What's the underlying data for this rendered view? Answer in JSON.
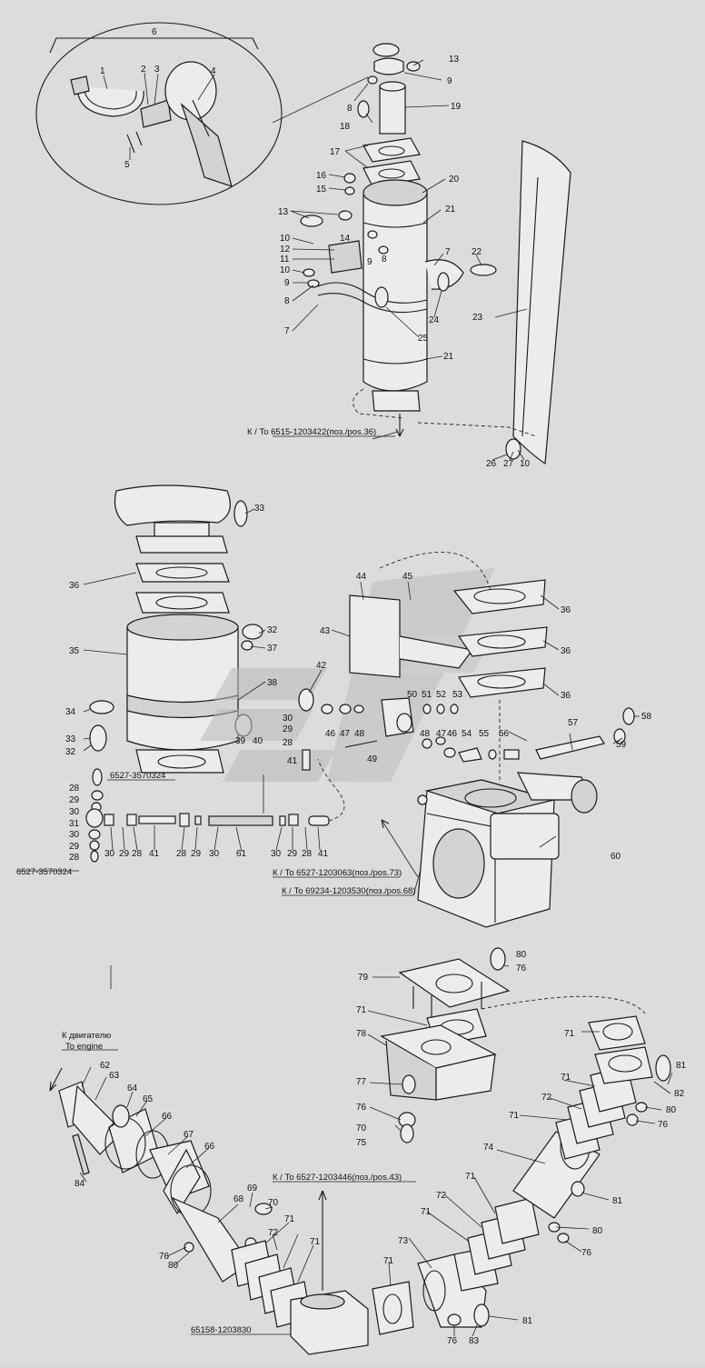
{
  "labels": {
    "n1": "1",
    "n2": "2",
    "n3": "3",
    "n4": "4",
    "n5": "5",
    "n6": "6",
    "n7": "7",
    "n8": "8",
    "n9": "9",
    "n10": "10",
    "n11": "11",
    "n12": "12",
    "n13": "13",
    "n14": "14",
    "n15": "15",
    "n16": "16",
    "n17": "17",
    "n18": "18",
    "n19": "19",
    "n20": "20",
    "n21": "21",
    "n22": "22",
    "n23": "23",
    "n24": "24",
    "n25": "25",
    "n26": "26",
    "n27": "27",
    "n28": "28",
    "n29": "29",
    "n30": "30",
    "n31": "31",
    "n32": "32",
    "n33": "33",
    "n34": "34",
    "n35": "35",
    "n36": "36",
    "n37": "37",
    "n38": "38",
    "n39": "39",
    "n40": "40",
    "n41": "41",
    "n42": "42",
    "n43": "43",
    "n44": "44",
    "n45": "45",
    "n46": "46",
    "n47": "47",
    "n48": "48",
    "n49": "49",
    "n50": "50",
    "n51": "51",
    "n52": "52",
    "n53": "53",
    "n54": "54",
    "n55": "55",
    "n56": "56",
    "n57": "57",
    "n58": "58",
    "n59": "59",
    "n60": "60",
    "n61": "61",
    "n62": "62",
    "n63": "63",
    "n64": "64",
    "n65": "65",
    "n66": "66",
    "n67": "67",
    "n68": "68",
    "n69": "69",
    "n70": "70",
    "n71": "71",
    "n72": "72",
    "n73": "73",
    "n74": "74",
    "n75": "75",
    "n76": "76",
    "n77": "77",
    "n78": "78",
    "n79": "79",
    "n80": "80",
    "n81": "81",
    "n82": "82",
    "n83": "83",
    "n84": "84"
  },
  "references": {
    "ref_1203422": "К / To 6515-1203422(поз./pos.36)",
    "ref_3570324_a": "6527-3570324",
    "ref_3570324_b": "6527-3570324",
    "ref_1203063": "К / To 6527-1203063(поз./pos.73)",
    "ref_1203530": "К / To 69234-1203530(поз./pos.68)",
    "ref_engine_ru": "К двигателю",
    "ref_engine_en": "To engine",
    "ref_1203446": "К / To 6527-1203446(поз./pos.43)",
    "ref_1203830": "65158-1203830"
  }
}
